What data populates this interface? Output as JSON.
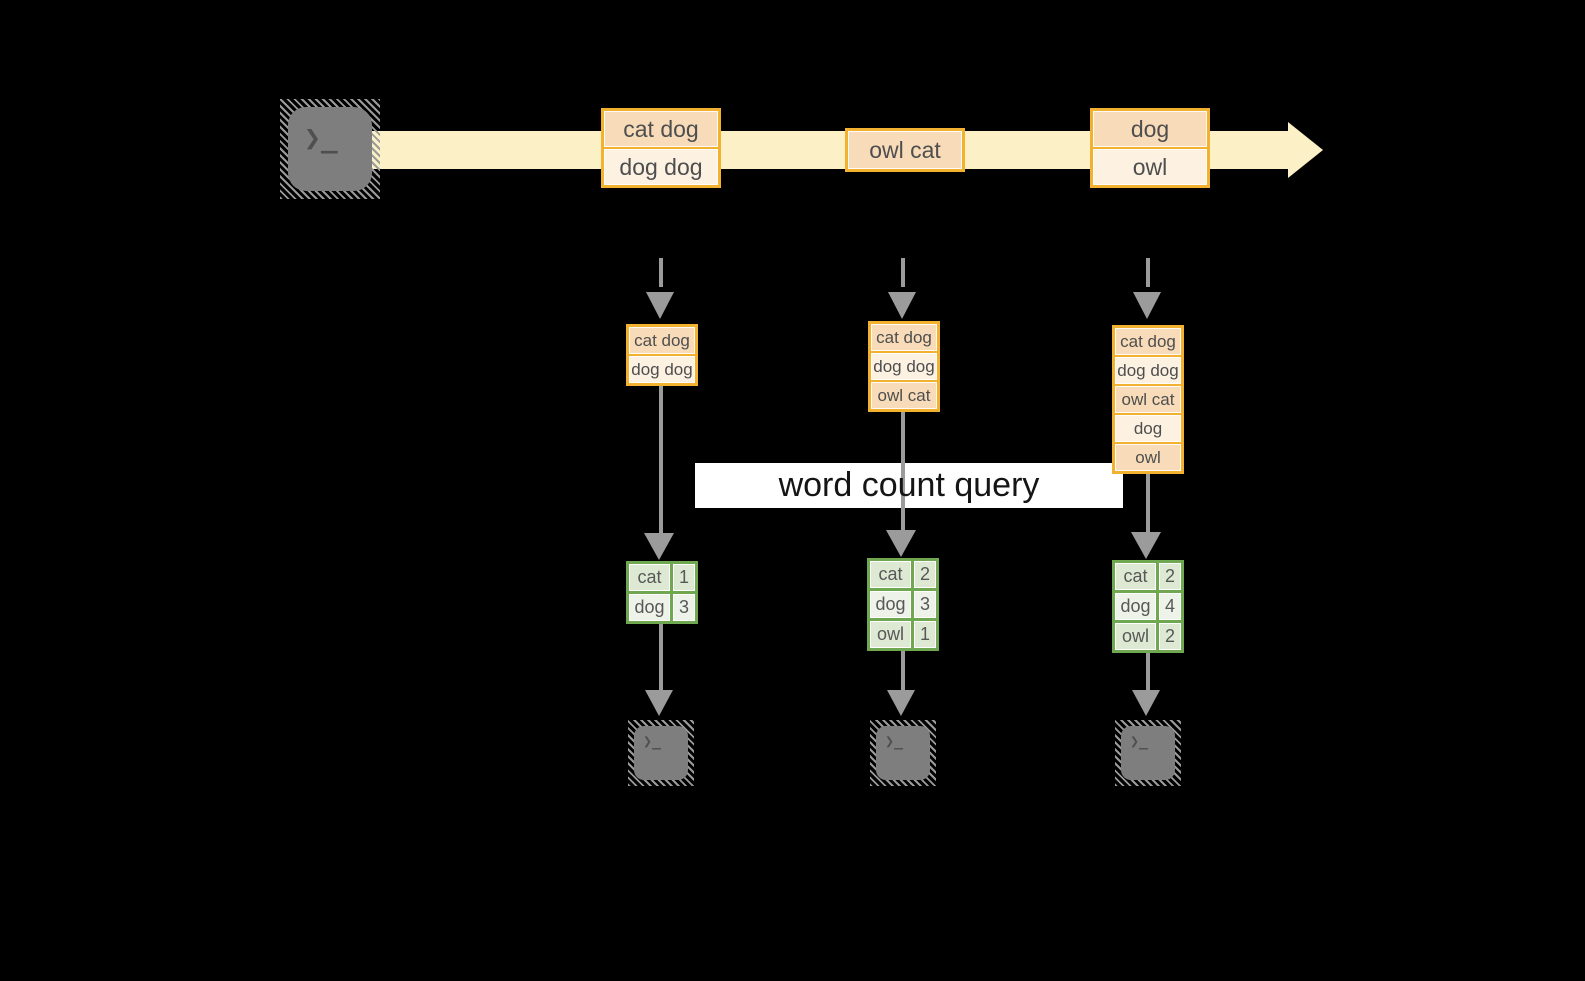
{
  "colors": {
    "background": "#000000",
    "stream_arrow": "#fcf0c7",
    "box_border_gold": "#f2b12e",
    "cell_peach": "#f8dcba",
    "cell_cream": "#fdf2e2",
    "table_border_green": "#6fa850",
    "table_cell_dark": "#dde9d3",
    "table_cell_light": "#eef3ea",
    "connector_gray": "#9b9b9b",
    "terminal_gray": "#7e7e7e",
    "query_banner_bg": "#ffffff"
  },
  "icons": {
    "terminal_glyph": "❯_"
  },
  "query": {
    "label": "word count query"
  },
  "stream": {
    "batches": [
      {
        "lines": [
          "cat dog",
          "dog dog"
        ]
      },
      {
        "lines": [
          "owl cat"
        ]
      },
      {
        "lines": [
          "dog",
          "owl"
        ]
      }
    ]
  },
  "columns": [
    {
      "stack": [
        "cat dog",
        "dog dog"
      ],
      "counts": [
        {
          "word": "cat",
          "count": 1
        },
        {
          "word": "dog",
          "count": 3
        }
      ]
    },
    {
      "stack": [
        "cat dog",
        "dog dog",
        "owl cat"
      ],
      "counts": [
        {
          "word": "cat",
          "count": 2
        },
        {
          "word": "dog",
          "count": 3
        },
        {
          "word": "owl",
          "count": 1
        }
      ]
    },
    {
      "stack": [
        "cat dog",
        "dog dog",
        "owl cat",
        "dog",
        "owl"
      ],
      "counts": [
        {
          "word": "cat",
          "count": 2
        },
        {
          "word": "dog",
          "count": 4
        },
        {
          "word": "owl",
          "count": 2
        }
      ]
    }
  ]
}
